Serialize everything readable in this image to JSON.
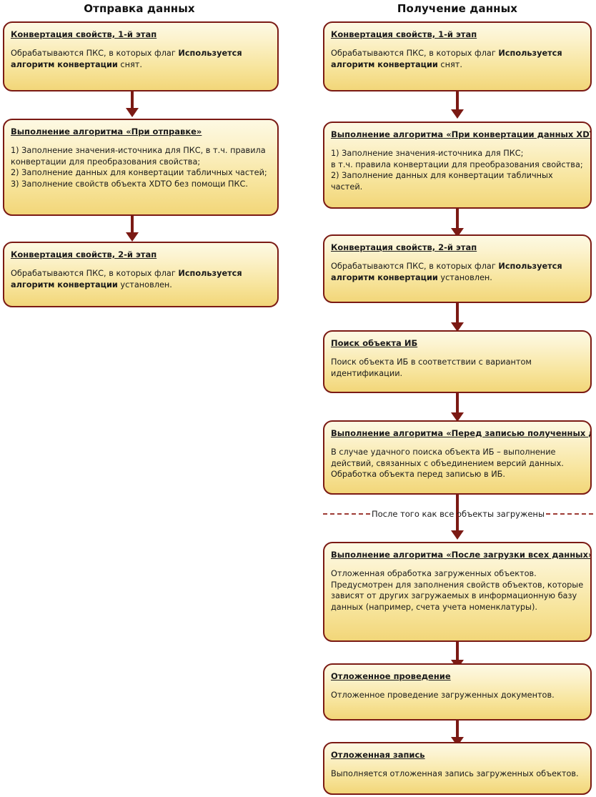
{
  "diagram": {
    "title_left": "Отправка данных",
    "title_right": "Получение данных",
    "accent_border": "#7b1a14",
    "fill_top": "#fdf9e3",
    "fill_bottom": "#f2d679",
    "separator_color": "#9e3b34"
  },
  "separator": {
    "label": "После того как все объекты загружены"
  },
  "send_column": {
    "steps": [
      {
        "title": "Конвертация свойств, 1-й этап",
        "body_html": "Обрабатываются ПКС, в которых флаг <b>Используется алгоритм конвертации</b> снят."
      },
      {
        "title": "Выполнение алгоритма «При отправке»",
        "body_html": "1) Заполнение значения-источника для ПКС, в т.ч. правила конвертации для преобразования свойства;<br>2) Заполнение данных для конвертации табличных частей;<br>3) Заполнение свойств объекта XDTO без помощи ПКС."
      },
      {
        "title": "Конвертация свойств, 2-й этап",
        "body_html": "Обрабатываются ПКС, в которых флаг <b>Используется алгоритм конвертации</b> установлен."
      }
    ]
  },
  "receive_column": {
    "steps": [
      {
        "title": "Конвертация свойств, 1-й этап",
        "body_html": "Обрабатываются ПКС, в которых флаг <b>Используется алгоритм конвертации</b> снят."
      },
      {
        "title": "Выполнение алгоритма «При конвертации данных XDTO»",
        "body_html": "1) Заполнение значения-источника для ПКС;<br>в т.ч. правила конвертации для преобразования свойства;<br>2) Заполнение данных для конвертации табличных частей."
      },
      {
        "title": "Конвертация свойств, 2-й этап",
        "body_html": "Обрабатываются ПКС, в которых флаг <b>Используется алгоритм конвертации</b> установлен."
      },
      {
        "title": "Поиск объекта ИБ",
        "body_html": "Поиск объекта ИБ в соответствии с вариантом идентификации."
      },
      {
        "title": "Выполнение алгоритма «Перед записью полученных данных»",
        "body_html": "В случае удачного поиска объекта ИБ – выполнение действий, связанных с объединением версий данных.<br>Обработка объекта перед записью в ИБ."
      },
      {
        "title": "Выполнение алгоритма «После загрузки всех данных»",
        "body_html": "Отложенная обработка загруженных объектов.<br>Предусмотрен для заполнения свойств объектов, которые зависят от других загружаемых в информационную базу данных (например, счета учета номенклатуры)."
      },
      {
        "title": "Отложенное проведение",
        "body_html": "Отложенное проведение загруженных документов."
      },
      {
        "title": "Отложенная запись",
        "body_html": "Выполняется отложенная запись загруженных объектов."
      }
    ]
  }
}
